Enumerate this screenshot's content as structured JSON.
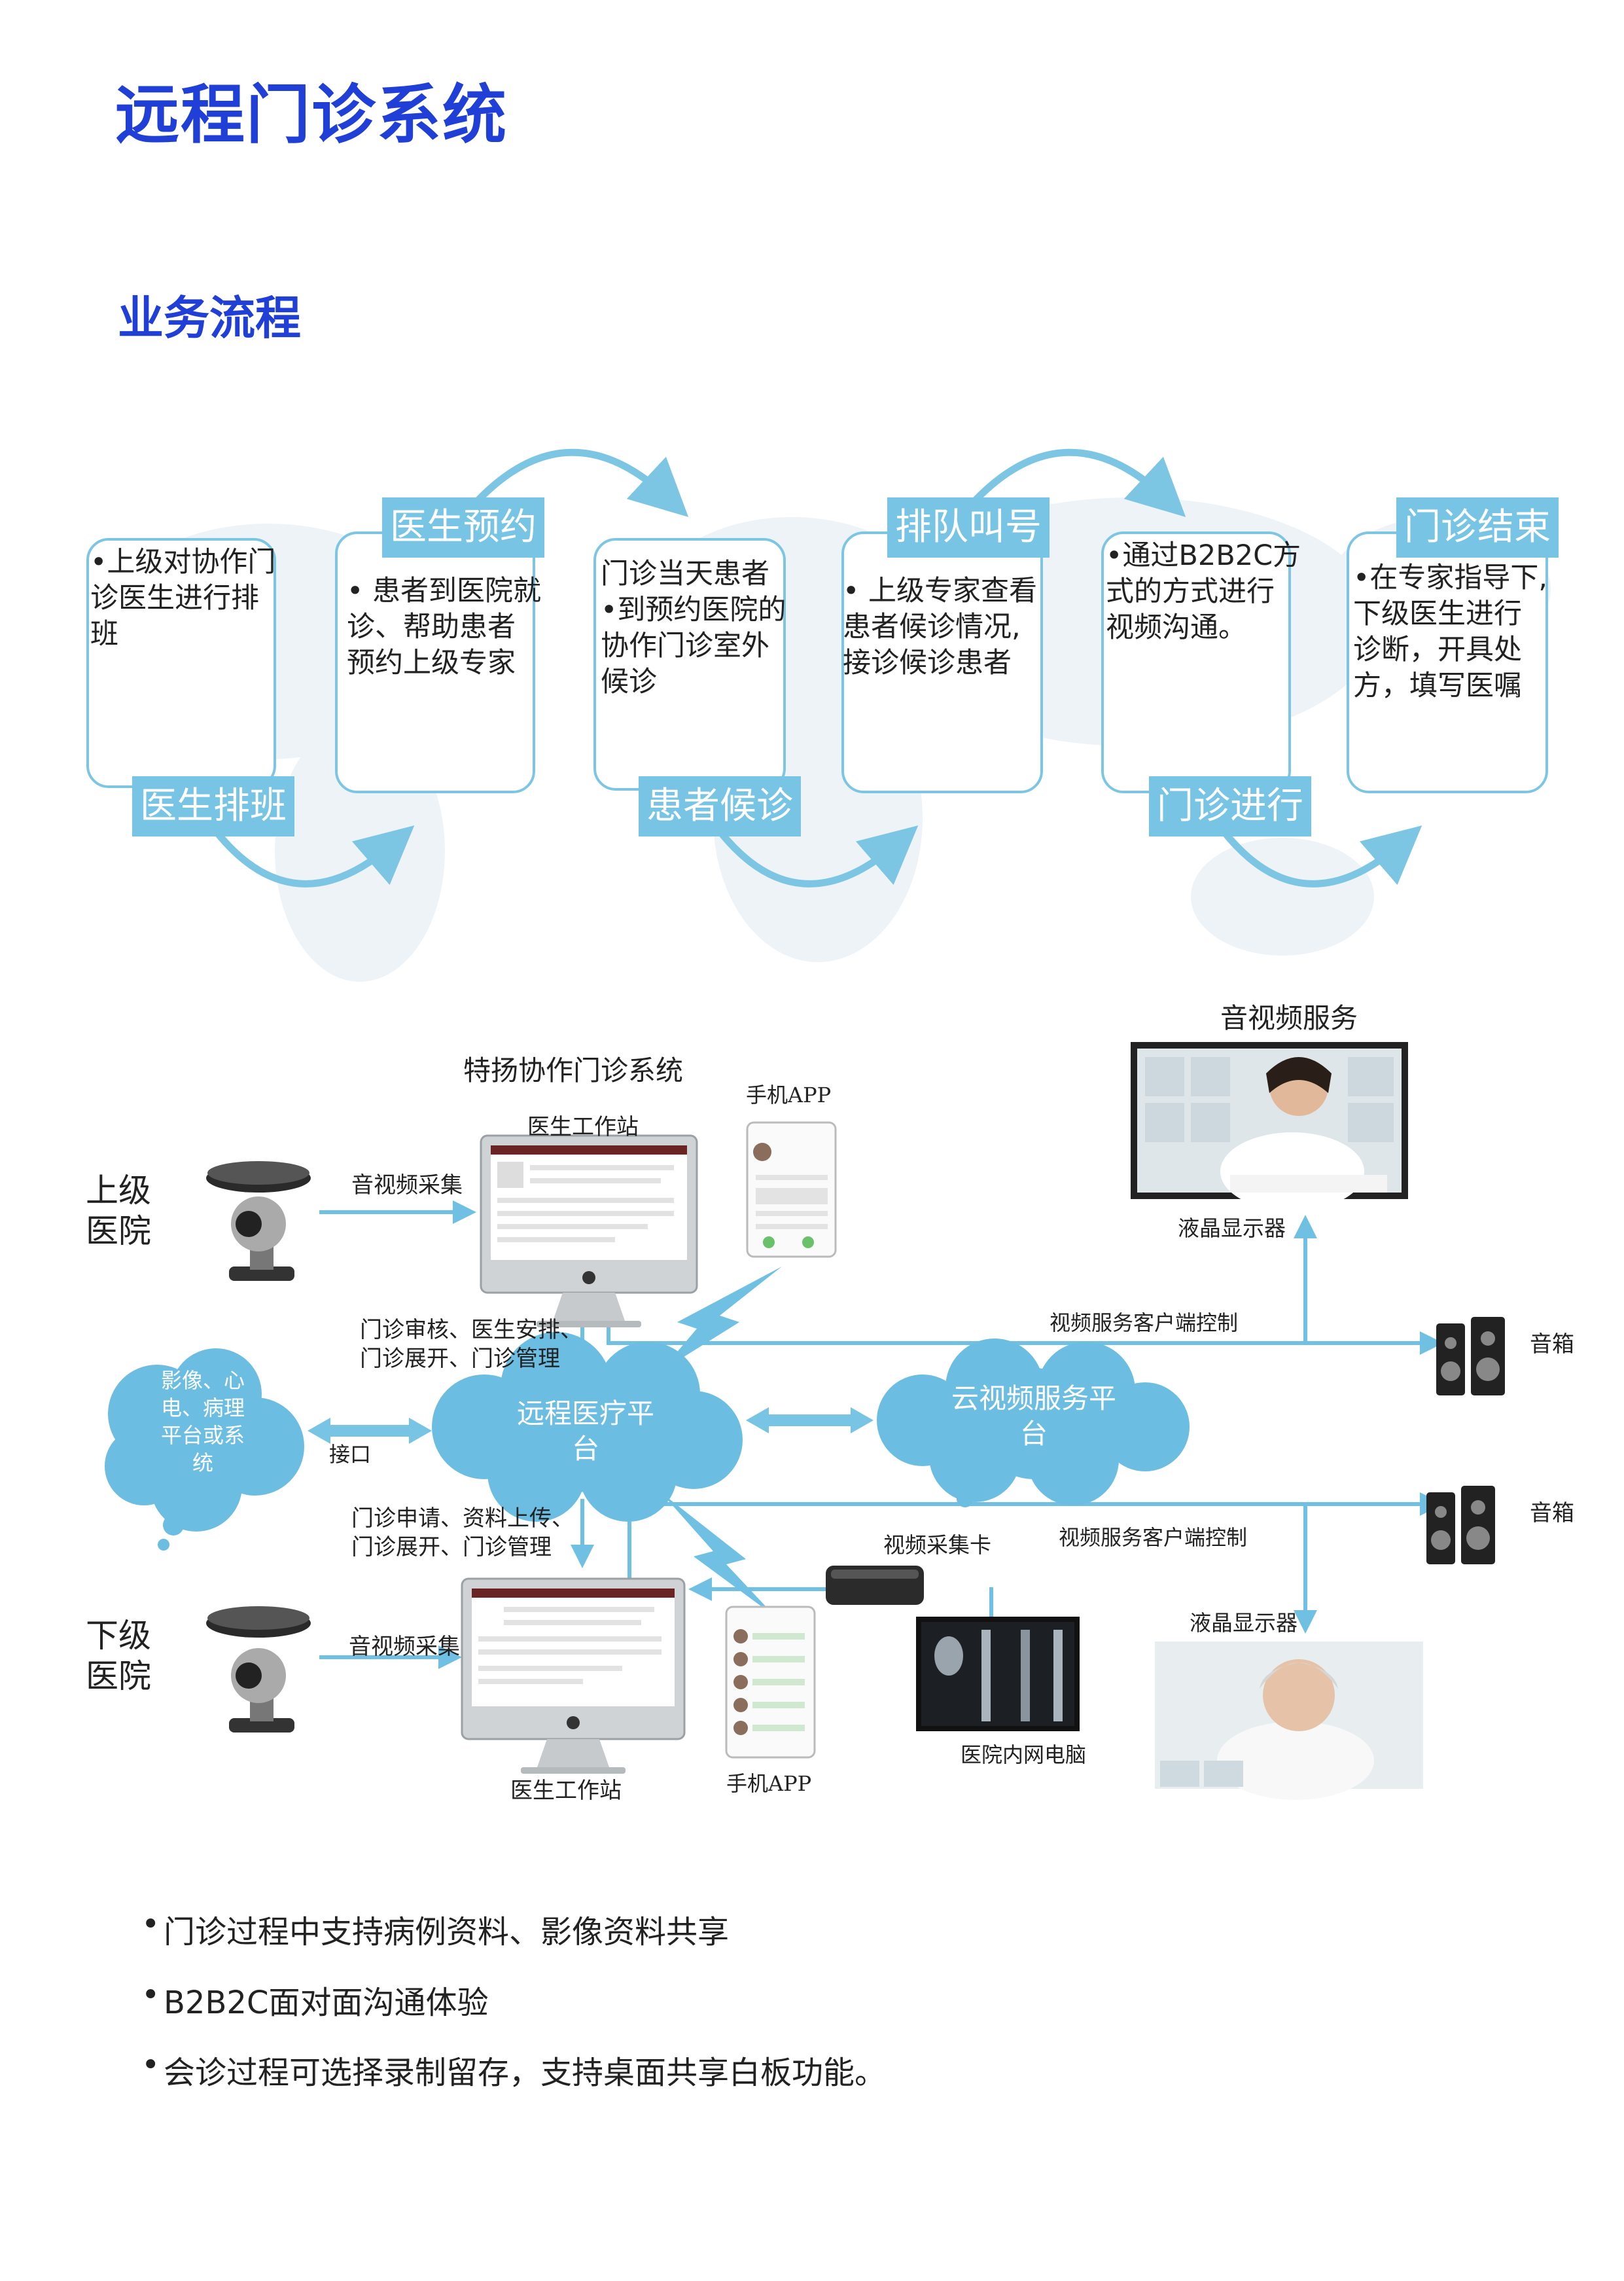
{
  "title": "远程门诊系统",
  "section_title": "业务流程",
  "flow": {
    "steps": [
      {
        "label": "医生排班",
        "text": "•上级对协作门\n诊医生进行排\n班"
      },
      {
        "label": "医生预约",
        "text": "• 患者到医院就\n诊、帮助患者\n预约上级专家"
      },
      {
        "label": "患者候诊",
        "text": "门诊当天患者\n•到预约医院的\n协作门诊室外\n候诊"
      },
      {
        "label": "排队叫号",
        "text": "• 上级专家查看\n患者候诊情况,\n接诊候诊患者"
      },
      {
        "label": "门诊进行",
        "text": "•通过B2B2C方\n式的方式进行\n视频沟通。"
      },
      {
        "label": "门诊结束",
        "text": "•在专家指导下,\n下级医生进行\n诊断，开具处\n方，填写医嘱"
      }
    ]
  },
  "diagram": {
    "system_title": "特扬协作门诊系统",
    "av_service": "音视频服务",
    "upper_hospital": "上级\n医院",
    "lower_hospital": "下级\n医院",
    "av_capture_upper": "音视频采集",
    "av_capture_lower": "音视频采集",
    "workstation_upper": "医生工作站",
    "workstation_lower": "医生工作站",
    "mobile_app_upper": "手机APP",
    "mobile_app_lower": "手机APP",
    "lcd_upper": "液晶显示器",
    "lcd_lower": "液晶显示器",
    "speaker_upper": "音箱",
    "speaker_lower": "音箱",
    "video_client_control_upper": "视频服务客户端控制",
    "video_client_control_lower": "视频服务客户端控制",
    "upper_functions": "门诊审核、医生安排、\n门诊展开、门诊管理",
    "lower_functions": "门诊申请、资料上传、\n门诊展开、门诊管理",
    "imaging_cloud": "影像、心\n电、病理\n平台或系\n统",
    "interface": "接口",
    "platform_cloud": "远程医疗平\n台",
    "cloud_video": "云视频服务平\n台",
    "capture_card": "视频采集卡",
    "intranet_pc": "医院内网电脑"
  },
  "features": [
    "门诊过程中支持病例资料、影像资料共享",
    "B2B2C面对面沟通体验",
    "会诊过程可选择录制留存，支持桌面共享白板功能。"
  ],
  "colors": {
    "heading": "#1f3fd6",
    "accent": "#78c4e4",
    "line": "#6fc0e3",
    "cloud": "#6cbde2"
  }
}
